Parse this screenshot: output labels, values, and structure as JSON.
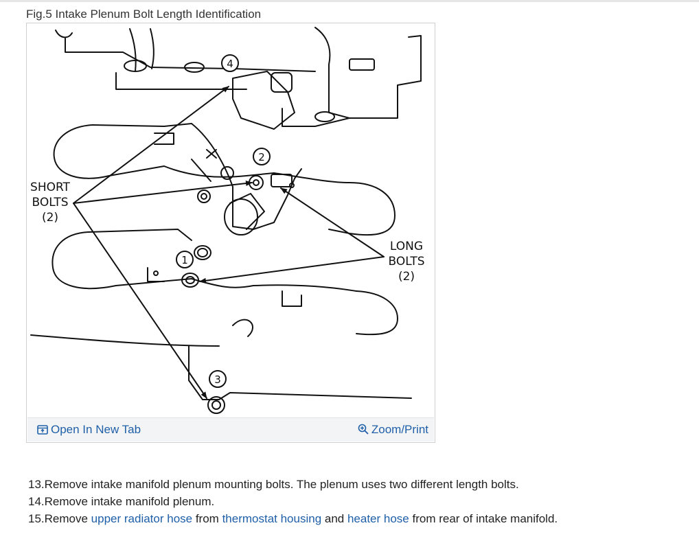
{
  "figure": {
    "caption": "Fig.5 Intake Plenum Bolt Length Identification",
    "labels": {
      "short_bolts_line1": "SHORT",
      "short_bolts_line2": "BOLTS",
      "short_bolts_count": "(2)",
      "long_bolts_line1": "LONG",
      "long_bolts_line2": "BOLTS",
      "long_bolts_count": "(2)"
    },
    "callouts": [
      "1",
      "2",
      "3",
      "4"
    ],
    "toolbar": {
      "open_new_tab": "Open In New Tab",
      "zoom_print": "Zoom/Print",
      "open_icon": "open-new-tab-icon",
      "zoom_icon": "zoom-in-icon"
    },
    "colors": {
      "link": "#1f5fa8",
      "toolbar_bg": "#f3f4f6"
    }
  },
  "steps": [
    {
      "number": "13.",
      "text": "Remove intake manifold plenum mounting bolts. The plenum uses two different length bolts."
    },
    {
      "number": "14.",
      "text": "Remove intake manifold plenum."
    },
    {
      "number": "15.",
      "pre": "Remove ",
      "link1": "upper radiator hose",
      "mid1": " from ",
      "link2": "thermostat housing",
      "mid2": " and ",
      "link3": "heater hose",
      "post": " from rear of intake manifold."
    }
  ]
}
